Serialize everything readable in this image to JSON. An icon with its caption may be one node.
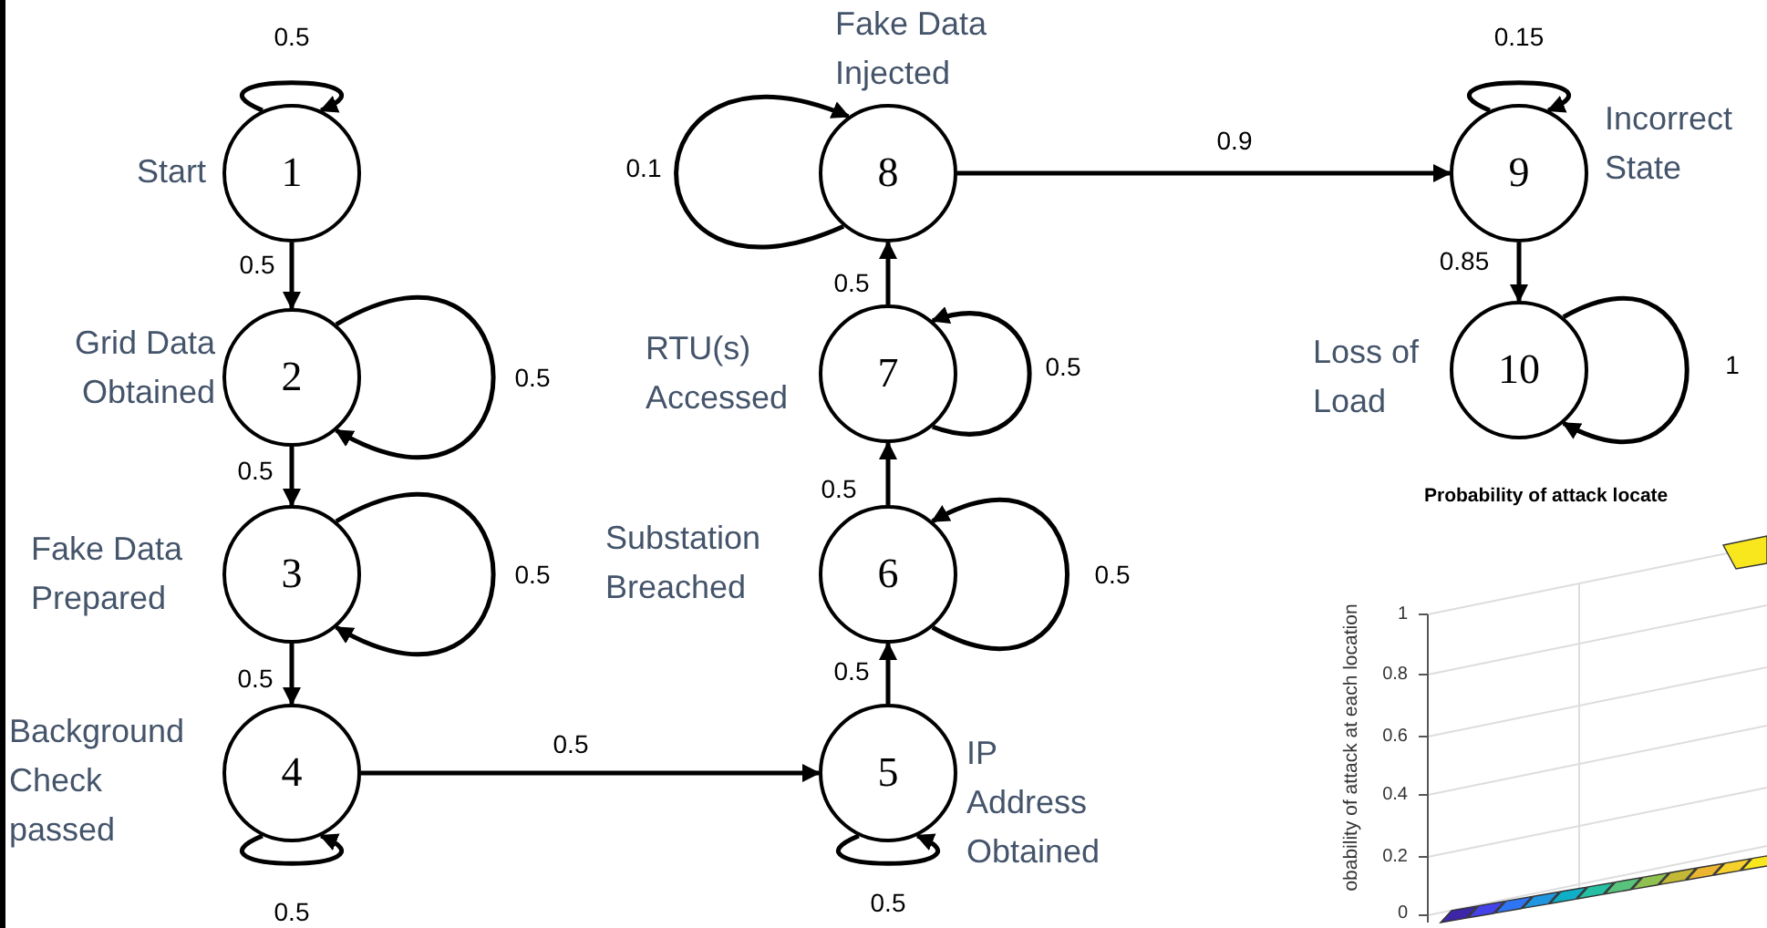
{
  "diagram": {
    "nodes": [
      {
        "text": [
          "1"
        ],
        "beside": [
          "Start"
        ]
      },
      {
        "text": [
          "2"
        ],
        "beside": [
          "Grid Data Obtained"
        ]
      },
      {
        "text": [
          "3"
        ],
        "beside": [
          "Fake Data Prepared"
        ]
      },
      {
        "text": [
          "4"
        ],
        "beside": [
          "Background Check passed"
        ]
      },
      {
        "text": [
          "5"
        ],
        "beside": [
          "IP Address Obtained"
        ]
      },
      {
        "text": [
          "6"
        ],
        "beside": [
          "Substation Breached"
        ]
      },
      {
        "text": [
          "7"
        ],
        "beside": [
          "RTU(s) Accessed"
        ]
      },
      {
        "text": [
          "8"
        ],
        "beside": [
          "Fake Data Injected"
        ]
      },
      {
        "text": [
          "9"
        ],
        "beside": [
          "Incorrect State"
        ]
      },
      {
        "text": [
          "10"
        ],
        "beside": [
          "Loss of Load"
        ]
      }
    ],
    "edges": [
      {
        "from": 0,
        "to": 0,
        "arrow": "to",
        "label": "0.5"
      },
      {
        "from": 0,
        "to": 1,
        "arrow": "to",
        "label": "0.5"
      },
      {
        "from": 1,
        "to": 1,
        "arrow": "to",
        "label": "0.5"
      },
      {
        "from": 1,
        "to": 2,
        "arrow": "to",
        "label": "0.5"
      },
      {
        "from": 2,
        "to": 2,
        "arrow": "to",
        "label": "0.5"
      },
      {
        "from": 2,
        "to": 3,
        "arrow": "to",
        "label": "0.5"
      },
      {
        "from": 3,
        "to": 3,
        "arrow": "to",
        "label": "0.5"
      },
      {
        "from": 3,
        "to": 4,
        "arrow": "to",
        "label": "0.5"
      },
      {
        "from": 4,
        "to": 4,
        "arrow": "to",
        "label": "0.5"
      },
      {
        "from": 4,
        "to": 5,
        "arrow": "to",
        "label": "0.5"
      },
      {
        "from": 5,
        "to": 5,
        "arrow": "to",
        "label": "0.5"
      },
      {
        "from": 5,
        "to": 6,
        "arrow": "to",
        "label": "0.5"
      },
      {
        "from": 6,
        "to": 6,
        "arrow": "to",
        "label": "0.5"
      },
      {
        "from": 6,
        "to": 7,
        "arrow": "to",
        "label": "0.5"
      },
      {
        "from": 7,
        "to": 7,
        "arrow": "to",
        "label": "0.1"
      },
      {
        "from": 7,
        "to": 8,
        "arrow": "to",
        "label": "0.9"
      },
      {
        "from": 8,
        "to": 8,
        "arrow": "to",
        "label": "0.15"
      },
      {
        "from": 8,
        "to": 9,
        "arrow": "to",
        "label": "0.85"
      },
      {
        "from": 9,
        "to": 9,
        "arrow": "to",
        "label": "1"
      }
    ],
    "labels": [
      "Probability of attack locate",
      "obability of attack at each location",
      "1",
      "0.8",
      "0.6",
      "0.4",
      "0.2",
      "0"
    ]
  }
}
